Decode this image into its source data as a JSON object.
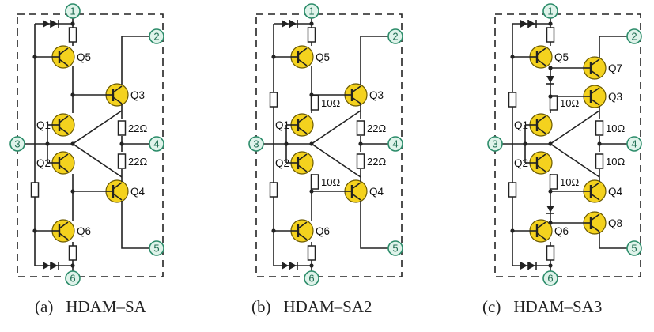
{
  "figure": {
    "panels": [
      {
        "caption_label": "(a)",
        "caption_name": "HDAM–SA",
        "pins": [
          "1",
          "2",
          "3",
          "4",
          "5",
          "6"
        ],
        "transistors": [
          "Q5",
          "Q1",
          "Q3",
          "Q2",
          "Q4",
          "Q6"
        ],
        "resistors": [
          "22Ω",
          "22Ω"
        ]
      },
      {
        "caption_label": "(b)",
        "caption_name": "HDAM–SA2",
        "pins": [
          "1",
          "2",
          "3",
          "4",
          "5",
          "6"
        ],
        "transistors": [
          "Q5",
          "Q1",
          "Q3",
          "Q2",
          "Q4",
          "Q6"
        ],
        "resistors": [
          "10Ω",
          "22Ω",
          "22Ω",
          "10Ω"
        ]
      },
      {
        "caption_label": "(c)",
        "caption_name": "HDAM–SA3",
        "pins": [
          "1",
          "2",
          "3",
          "4",
          "5",
          "6"
        ],
        "transistors": [
          "Q5",
          "Q7",
          "Q1",
          "Q3",
          "Q2",
          "Q4",
          "Q6",
          "Q8"
        ],
        "resistors": [
          "10Ω",
          "10Ω",
          "10Ω",
          "10Ω"
        ]
      }
    ],
    "colors": {
      "transistor_fill": "#f4d21e",
      "transistor_outline": "#6b5a00",
      "pin_fill": "#dff3ea",
      "pin_stroke": "#2c8c6a",
      "wire": "#222222",
      "box_dash": "#222222"
    }
  }
}
